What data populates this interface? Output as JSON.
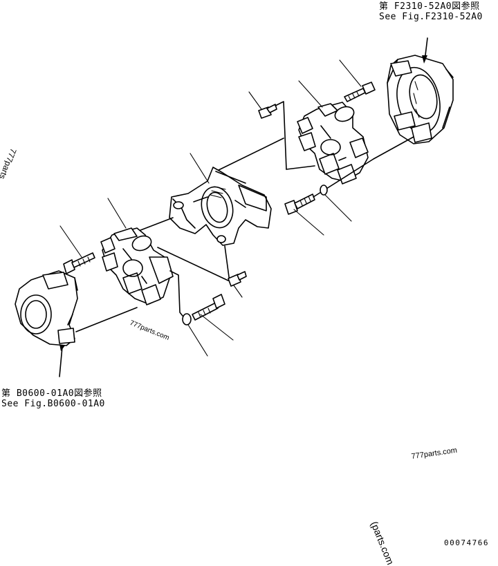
{
  "references": {
    "top_right": {
      "jp": "第 F2310-52A0図参照",
      "en": "See Fig.F2310-52A0"
    },
    "bottom_left": {
      "jp": "第 B0600-01A0図参照",
      "en": "See Fig.B0600-01A0"
    }
  },
  "watermarks": {
    "left_vertical": "777parts",
    "center": "777parts.com",
    "bottom_right": "777parts.com",
    "corner_rotated": "(parts.com"
  },
  "drawing_number": "00074766"
}
